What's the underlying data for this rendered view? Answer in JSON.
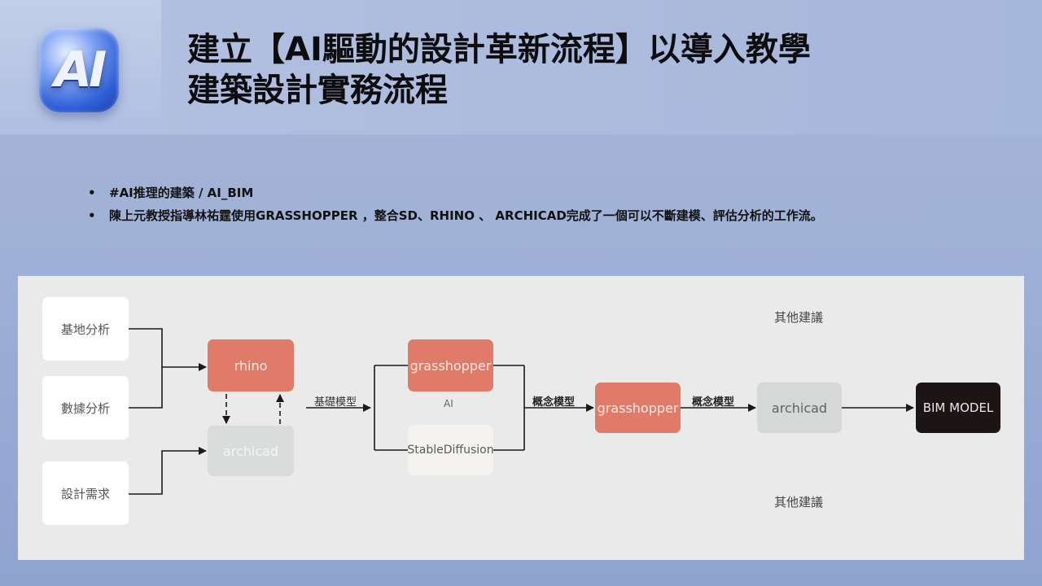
{
  "logo": {
    "text": "AI"
  },
  "title": {
    "line1": "建立【AI驅動的設計革新流程】以導入教學",
    "line2": "建築設計實務流程"
  },
  "bullets": [
    "#AI推理的建築 / AI_BIM",
    "陳上元教授指導林祐霆使用GRASSHOPPER ，整合SD、RHINO 、 ARCHICAD完成了一個可以不斷建模、評估分析的工作流。"
  ],
  "bullet_symbol": "•",
  "diagram": {
    "inputs": [
      "基地分析",
      "數據分析",
      "設計需求"
    ],
    "rhino": "rhino",
    "archicad_left": "archicad",
    "edge_base_model": "基礎模型",
    "grasshopper_top": "grasshopper",
    "ai_label": "AI",
    "stable_diffusion": "StableDiffusion",
    "edge_concept_1": "概念模型",
    "grasshopper_mid": "grasshopper",
    "edge_concept_2": "概念模型",
    "archicad_right": "archicad",
    "bim_model": "BIM MODEL",
    "other_top": "其他建議",
    "other_bottom": "其他建議"
  },
  "colors": {
    "accent_red": "#e07a69",
    "node_gray": "#d9dcdb",
    "bim_black": "#1c1415",
    "panel": "#eaeaea"
  }
}
